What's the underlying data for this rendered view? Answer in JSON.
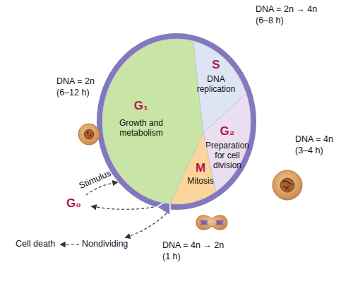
{
  "diagram": {
    "nodes": [
      {
        "text": [
          "G₁",
          "Growth and metabolism"
        ]
      },
      {
        "text": [
          "S",
          "DNA replication"
        ]
      },
      {
        "text": [
          "G₂",
          "Preparation for cell division"
        ]
      },
      {
        "text": [
          "M",
          "Mitosis"
        ]
      }
    ],
    "labels": [
      "DNA = 2n → 4n",
      "(6–8 h)",
      "DNA = 2n",
      "(6–12 h)",
      "DNA = 4n",
      "(3–4 h)",
      "Stimulus",
      "G₀",
      "Cell death",
      "Nondividing",
      "DNA = 4n → 2n",
      "(1 h)"
    ]
  }
}
